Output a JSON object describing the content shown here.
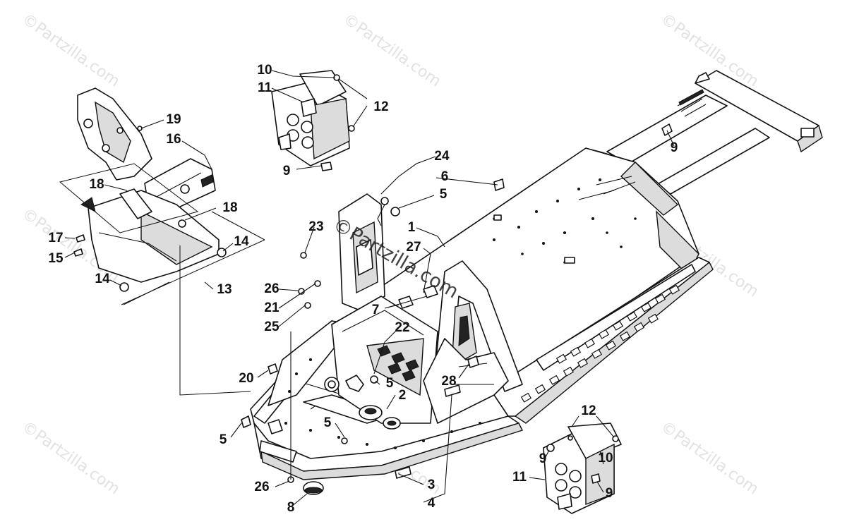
{
  "watermark": "©Partzilla.com",
  "callouts": [
    {
      "id": "c10a",
      "label": "10"
    },
    {
      "id": "c11a",
      "label": "11"
    },
    {
      "id": "c12a",
      "label": "12"
    },
    {
      "id": "c9a",
      "label": "9"
    },
    {
      "id": "c19",
      "label": "19"
    },
    {
      "id": "c16",
      "label": "16"
    },
    {
      "id": "c18a",
      "label": "18"
    },
    {
      "id": "c18b",
      "label": "18"
    },
    {
      "id": "c17",
      "label": "17"
    },
    {
      "id": "c15",
      "label": "15"
    },
    {
      "id": "c14a",
      "label": "14"
    },
    {
      "id": "c14b",
      "label": "14"
    },
    {
      "id": "c13",
      "label": "13"
    },
    {
      "id": "c24",
      "label": "24"
    },
    {
      "id": "c6",
      "label": "6"
    },
    {
      "id": "c5a",
      "label": "5"
    },
    {
      "id": "c9b",
      "label": "9"
    },
    {
      "id": "c23",
      "label": "23"
    },
    {
      "id": "c1",
      "label": "1"
    },
    {
      "id": "c27",
      "label": "27"
    },
    {
      "id": "c26a",
      "label": "26"
    },
    {
      "id": "c21",
      "label": "21"
    },
    {
      "id": "c7",
      "label": "7"
    },
    {
      "id": "c25",
      "label": "25"
    },
    {
      "id": "c22",
      "label": "22"
    },
    {
      "id": "c20",
      "label": "20"
    },
    {
      "id": "c5b",
      "label": "5"
    },
    {
      "id": "c28",
      "label": "28"
    },
    {
      "id": "c2",
      "label": "2"
    },
    {
      "id": "c5c",
      "label": "5"
    },
    {
      "id": "c5d",
      "label": "5"
    },
    {
      "id": "c12b",
      "label": "12"
    },
    {
      "id": "c9c",
      "label": "9"
    },
    {
      "id": "c10b",
      "label": "10"
    },
    {
      "id": "c11b",
      "label": "11"
    },
    {
      "id": "c9d",
      "label": "9"
    },
    {
      "id": "c3",
      "label": "3"
    },
    {
      "id": "c4",
      "label": "4"
    },
    {
      "id": "c26b",
      "label": "26"
    },
    {
      "id": "c8",
      "label": "8"
    }
  ]
}
